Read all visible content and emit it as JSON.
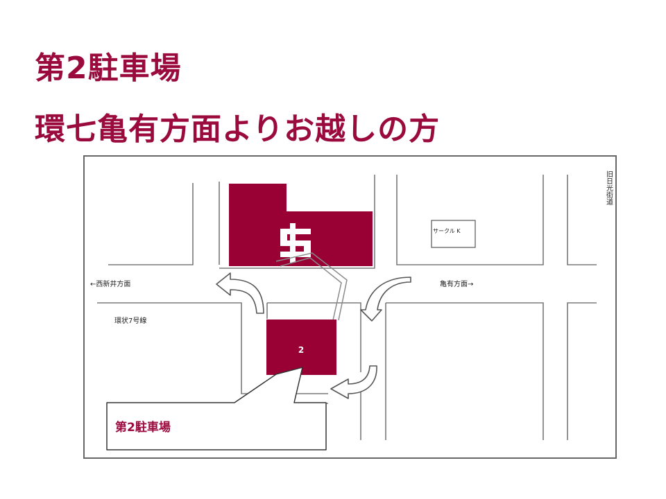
{
  "header": {
    "line1": "第2駐車場",
    "line2": "環七亀有方面よりお越しの方"
  },
  "map": {
    "labels": {
      "west": "←西新井方面",
      "east": "亀有方面→",
      "road": "環状7号線",
      "old_road": "旧日光街道",
      "store": "サークル K"
    },
    "parking_number": "2",
    "callout": "第2駐車場",
    "colors": {
      "accent": "#990033",
      "title": "#9b0a3d",
      "lines": "#777777"
    },
    "icons": [
      "logo-s-icon",
      "turn-arrow-icon"
    ]
  }
}
